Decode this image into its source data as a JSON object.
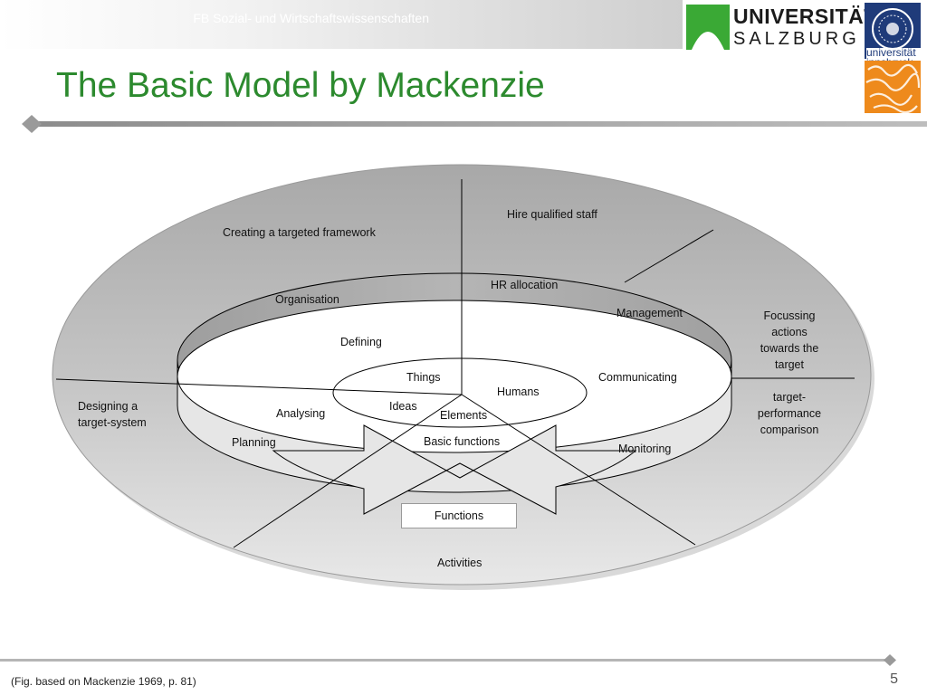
{
  "header": {
    "faculty": "FB Sozial- und Wirtschaftswissenschaften",
    "university_logo": {
      "line1": "UNIVERSITÄT",
      "line2": "SALZBURG",
      "accent": "#3aa935"
    },
    "partner_logo": {
      "name": "universität innsbruck",
      "primary": "#1f3b7a",
      "secondary": "#ee8a1c"
    }
  },
  "slide": {
    "title": "The Basic Model by Mackenzie",
    "title_color": "#2c8a2e",
    "page_number": "5",
    "footnote": "(Fig.  based on Mackenzie 1969, p. 81)"
  },
  "diagram": {
    "outer_ring": {
      "creating": "Creating a targeted  framework",
      "hire": "Hire qualified staff",
      "focussing": [
        "Focussing",
        "actions",
        "towards the",
        "target"
      ],
      "comparison": [
        "target-",
        "performance",
        "comparison"
      ],
      "designing": [
        "Designing a",
        "target-system"
      ],
      "activities": "Activities"
    },
    "middle_ring": {
      "organisation": "Organisation",
      "hr_allocation": "HR allocation",
      "management": "Management",
      "defining": "Defining",
      "communicating": "Communicating",
      "analysing": "Analysing",
      "planning": "Planning",
      "monitoring": "Monitoring",
      "basic_functions": "Basic functions"
    },
    "core": {
      "things": "Things",
      "humans": "Humans",
      "ideas": "Ideas",
      "elements": "Elements"
    },
    "functions": "Functions"
  }
}
